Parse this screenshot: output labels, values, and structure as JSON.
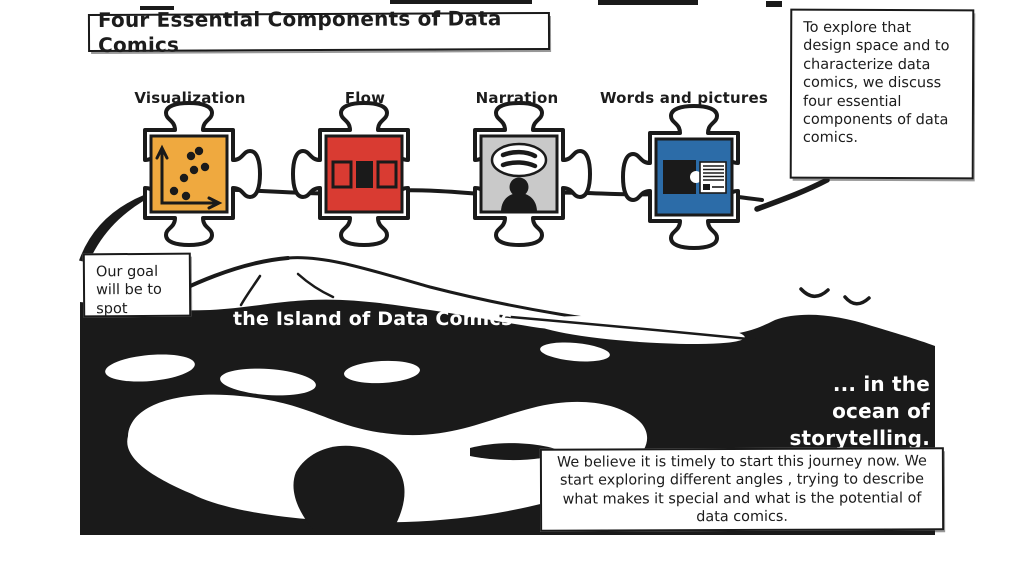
{
  "title": "Four Essential Components of Data Comics",
  "components": [
    {
      "label": "Visualization",
      "color": "#EFA93F",
      "icon": "scatterplot-icon"
    },
    {
      "label": "Flow",
      "color": "#D93B32",
      "icon": "panel-sequence-icon"
    },
    {
      "label": "Narration",
      "color": "#C9C9C9",
      "icon": "speech-bubble-person-icon"
    },
    {
      "label": "Words and pictures",
      "color": "#2C6CA8",
      "icon": "picture-and-text-icon"
    }
  ],
  "callouts": {
    "explore": "To explore that design space and to characterize data comics, we discuss four essential components of data comics.",
    "goal": "Our goal will be to spot",
    "island": "the Island of Data Comics",
    "ocean": "... in the ocean of storytelling.",
    "believe": "We believe it is timely to start this journey now. We start exploring different angles , trying to describe what makes it special and what is the potential of data comics."
  },
  "scene": {
    "elements": [
      "mountain",
      "two-birds",
      "island-coastline",
      "ocean-of-ink",
      "jigsaw-chain"
    ]
  },
  "colors": {
    "ink": "#1a1a1a",
    "paper": "#ffffff"
  }
}
